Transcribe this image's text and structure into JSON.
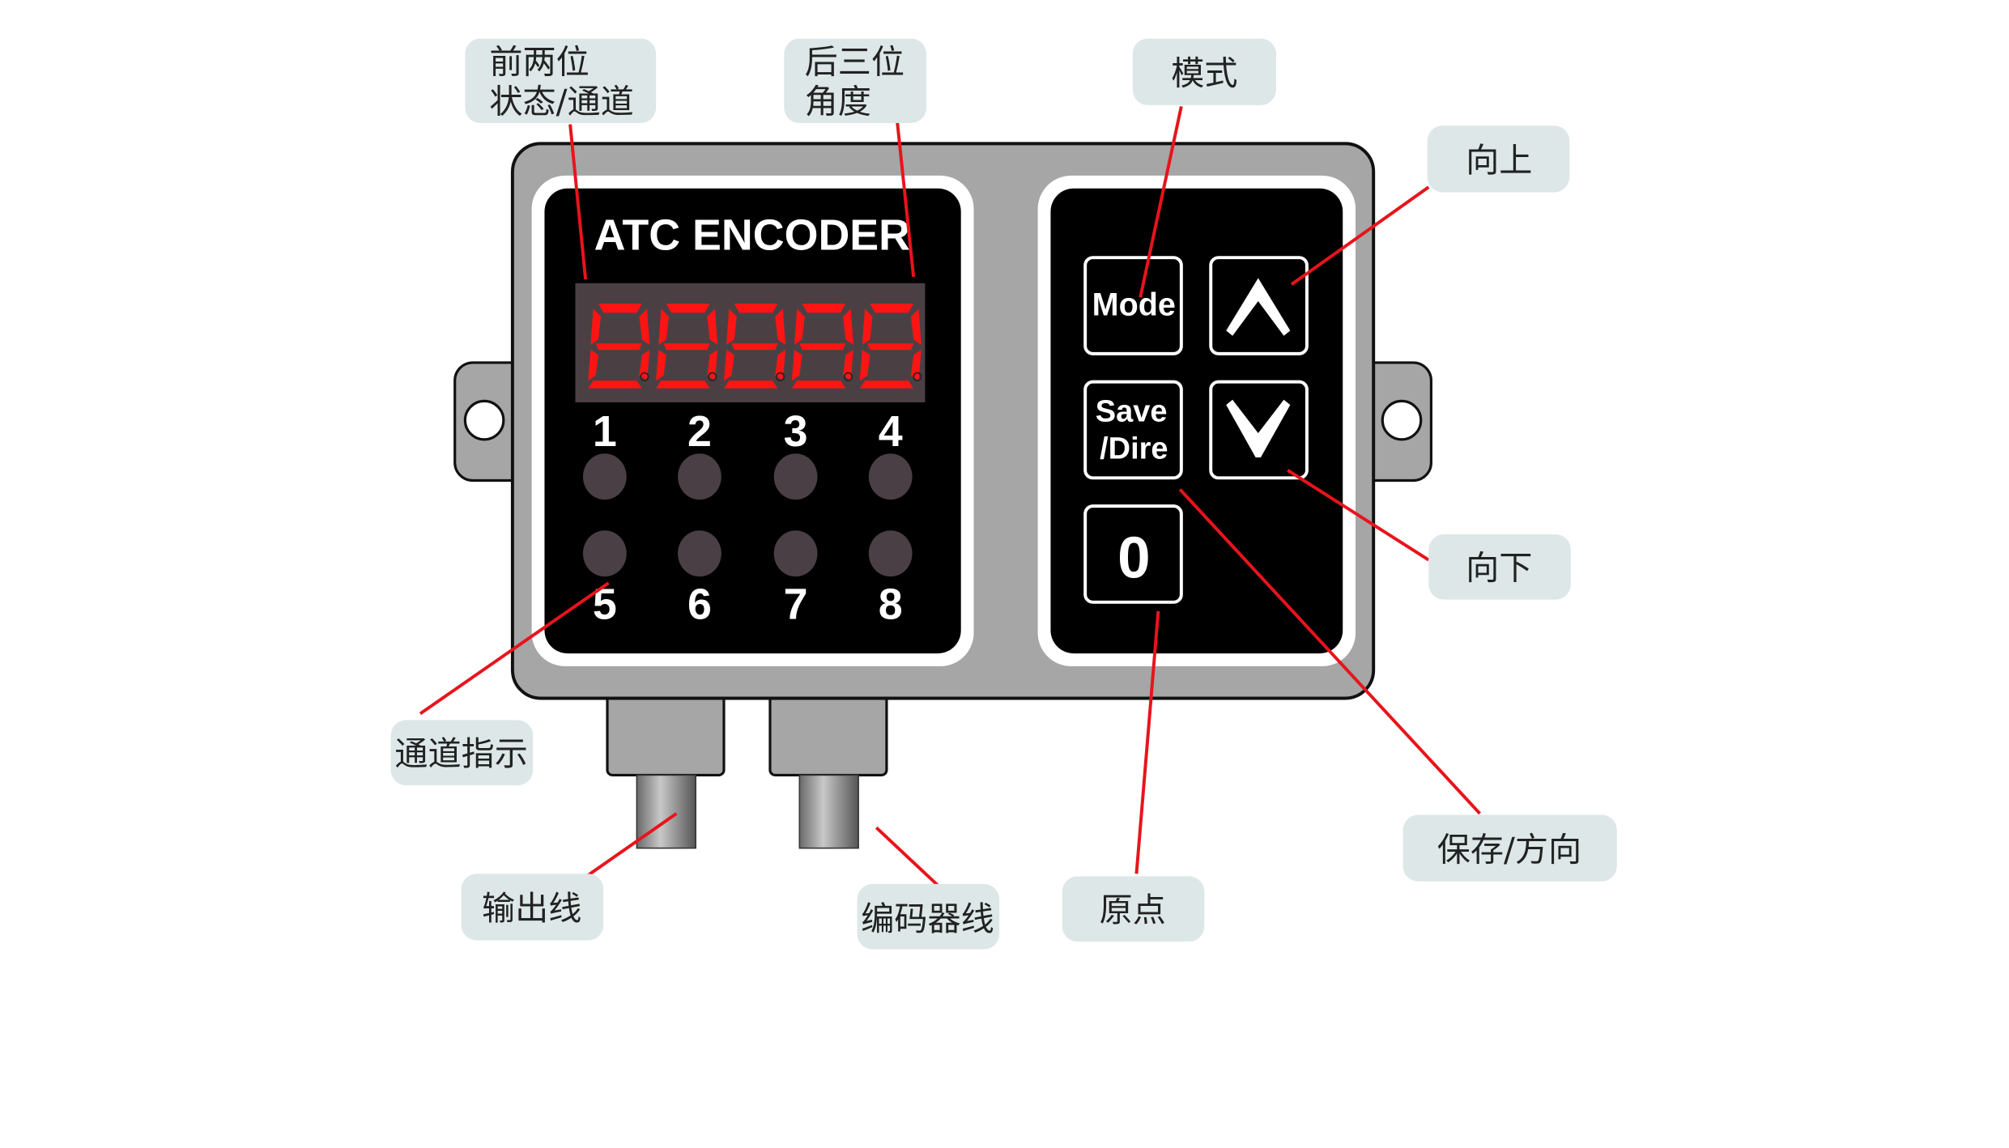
{
  "device": {
    "title": "ATC  ENCODER",
    "display_digits": 5,
    "channel_numbers": [
      "1",
      "2",
      "3",
      "4",
      "5",
      "6",
      "7",
      "8"
    ],
    "buttons": {
      "mode": "Mode",
      "save_line1": "Save",
      "save_line2": "/Dire",
      "zero": "0"
    },
    "colors": {
      "body": "#a6a6a6",
      "segment": "#ff1414",
      "display_bg": "#4a4044",
      "led": "#4a3f44",
      "callout": "#dde7e7",
      "leader": "#e8141c"
    }
  },
  "callouts": {
    "first_two_line1": "前两位",
    "first_two_line2": "状态/通道",
    "last_three_line1": "后三位",
    "last_three_line2": "角度",
    "mode": "模式",
    "up": "向上",
    "down": "向下",
    "save_dir": "保存/方向",
    "origin": "原点",
    "encoder_cable": "编码器线",
    "output_cable": "输出线",
    "channel_indicator": "通道指示"
  }
}
